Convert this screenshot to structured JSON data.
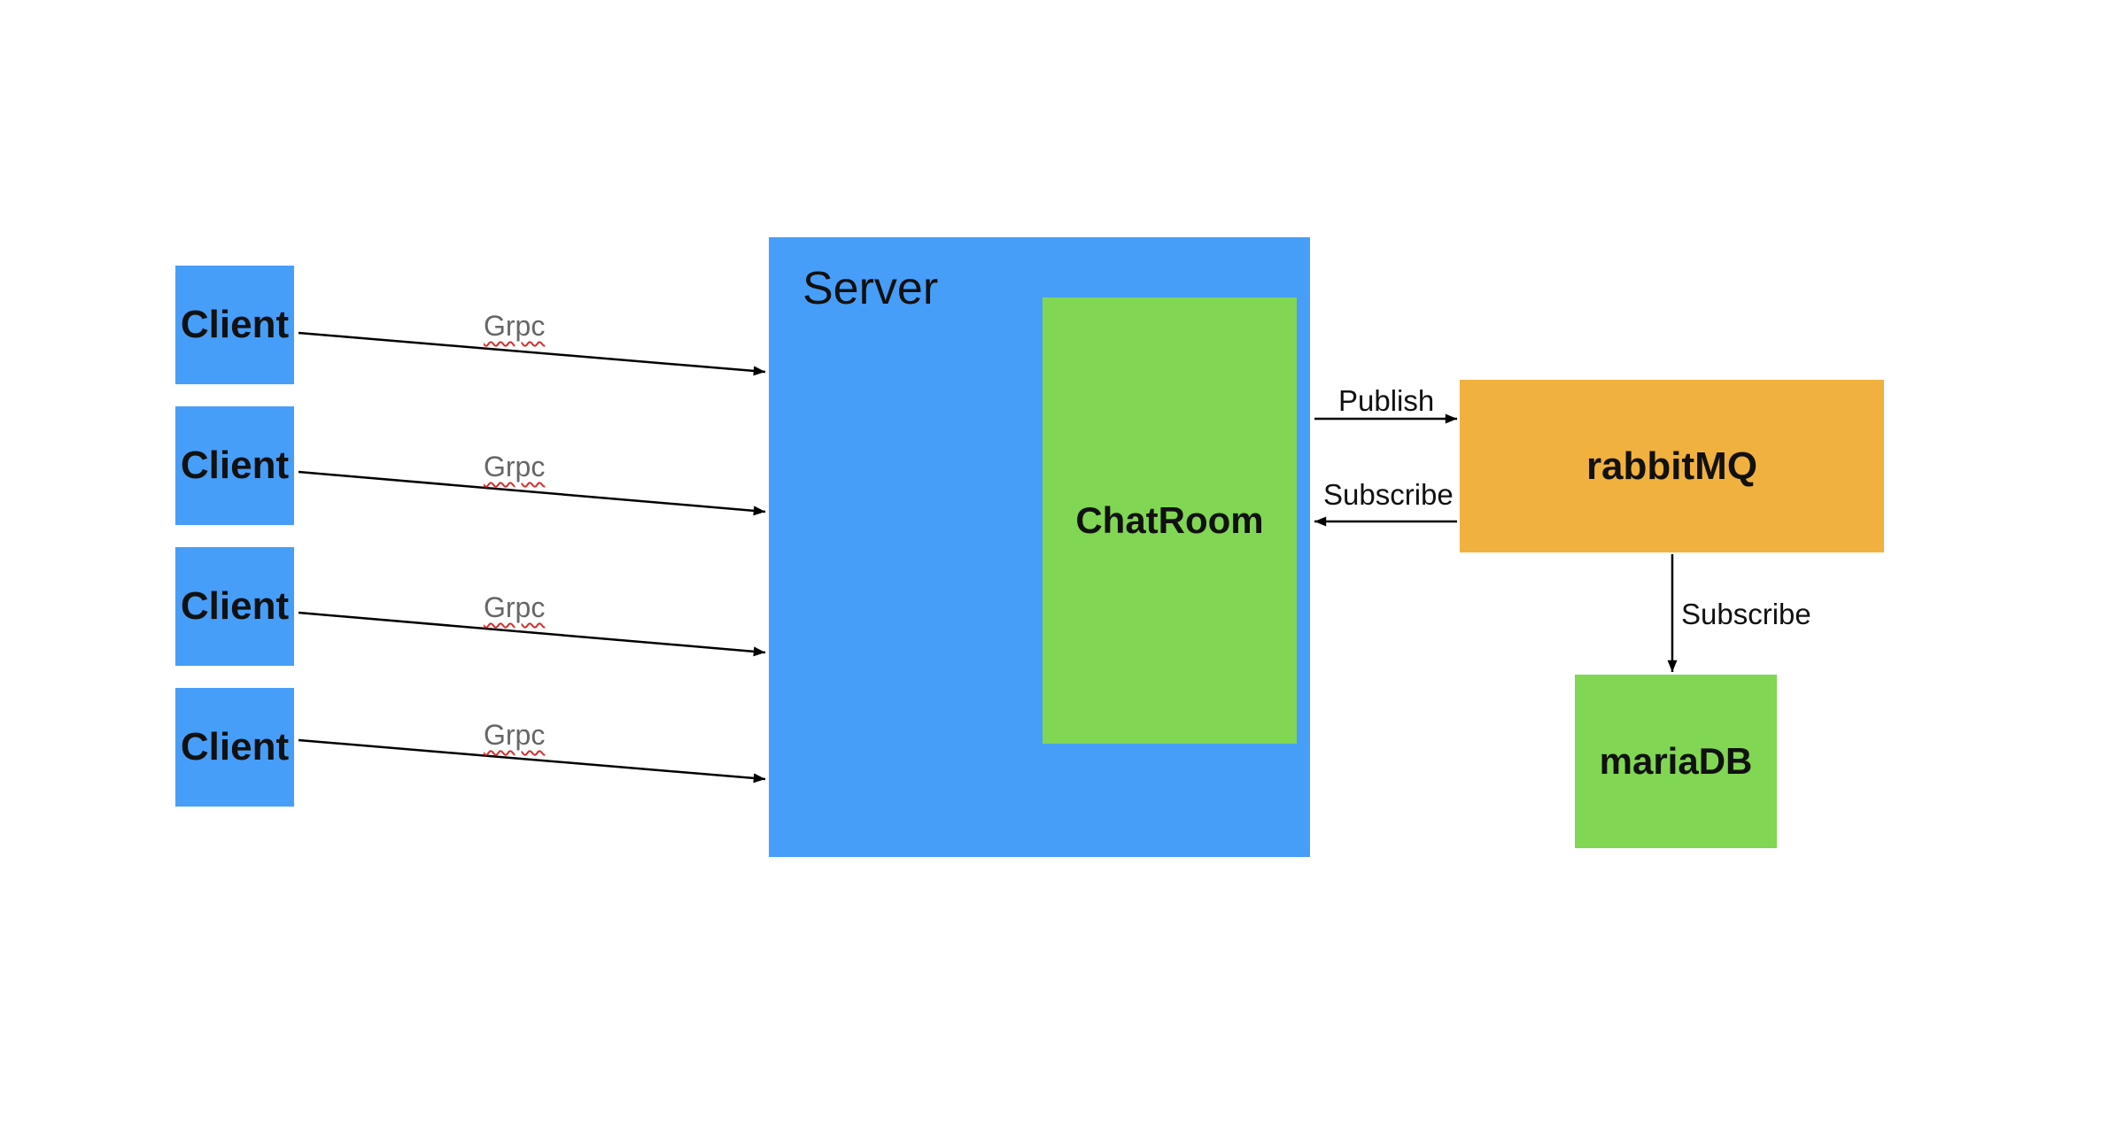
{
  "colors": {
    "client": "#479ef8",
    "server": "#479ef8",
    "chatroom": "#81d653",
    "rabbitmq": "#f1b13f",
    "mariadb": "#81d653",
    "arrow": "#000000"
  },
  "clients": [
    {
      "label": "Client",
      "edge_label": "Grpc"
    },
    {
      "label": "Client",
      "edge_label": "Grpc"
    },
    {
      "label": "Client",
      "edge_label": "Grpc"
    },
    {
      "label": "Client",
      "edge_label": "Grpc"
    }
  ],
  "server": {
    "label": "Server"
  },
  "chatroom": {
    "label": "ChatRoom"
  },
  "rabbitmq": {
    "label": "rabbitMQ"
  },
  "mariadb": {
    "label": "mariaDB"
  },
  "edges": {
    "publish": "Publish",
    "subscribe_chatroom": "Subscribe",
    "subscribe_db": "Subscribe"
  }
}
